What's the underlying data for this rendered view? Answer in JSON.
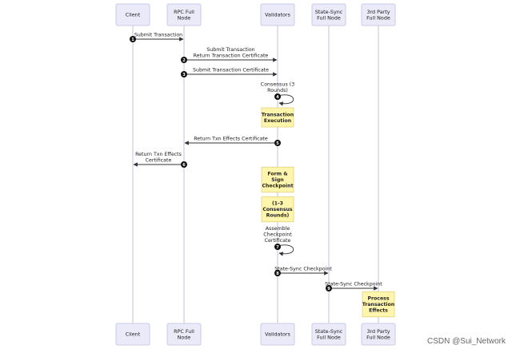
{
  "actors": [
    {
      "id": "client",
      "label": [
        "Client"
      ]
    },
    {
      "id": "rpc",
      "label": [
        "RPC Full",
        "Node"
      ]
    },
    {
      "id": "validators",
      "label": [
        "Validators"
      ]
    },
    {
      "id": "statesync",
      "label": [
        "State-Sync",
        "Full Node"
      ]
    },
    {
      "id": "thirdparty",
      "label": [
        "3rd Party",
        "Full Node"
      ]
    }
  ],
  "messages": [
    {
      "num": "1",
      "from": "client",
      "to": "rpc",
      "label": [
        "Submit Transaction"
      ]
    },
    {
      "num": "2",
      "from": "rpc",
      "to": "validators",
      "label": [
        "Submit Transaction",
        "Return Transaction Certificate"
      ]
    },
    {
      "num": "3",
      "from": "rpc",
      "to": "validators",
      "label": [
        "Submit Transaction Certificate"
      ]
    },
    {
      "num": "4",
      "from": "validators",
      "to": "validators",
      "label": [
        "Consensus (3",
        "Rounds)"
      ]
    },
    {
      "note": "validators",
      "label": [
        "Transaction",
        "Execution"
      ]
    },
    {
      "num": "5",
      "from": "validators",
      "to": "rpc",
      "label": [
        "Return Txn Effects Certificate"
      ]
    },
    {
      "num": "6",
      "from": "rpc",
      "to": "client",
      "label": [
        "Return Txn Effects",
        "Certificate"
      ]
    },
    {
      "note": "validators",
      "label": [
        "Form &",
        "Sign",
        "Checkpoint"
      ]
    },
    {
      "note": "validators",
      "label": [
        "(1-3",
        "Consensus",
        "Rounds)"
      ]
    },
    {
      "num": "7",
      "from": "validators",
      "to": "validators",
      "label": [
        "Assemble",
        "Checkpoint",
        "Certificate"
      ]
    },
    {
      "num": "8",
      "from": "validators",
      "to": "statesync",
      "label": [
        "State-Sync Checkpoint"
      ]
    },
    {
      "num": "9",
      "from": "statesync",
      "to": "thirdparty",
      "label": [
        "State-Sync Checkpoint"
      ]
    },
    {
      "note": "thirdparty",
      "label": [
        "Process",
        "Transaction",
        "Effects"
      ]
    }
  ],
  "watermark": "CSDN @Sui_Network"
}
